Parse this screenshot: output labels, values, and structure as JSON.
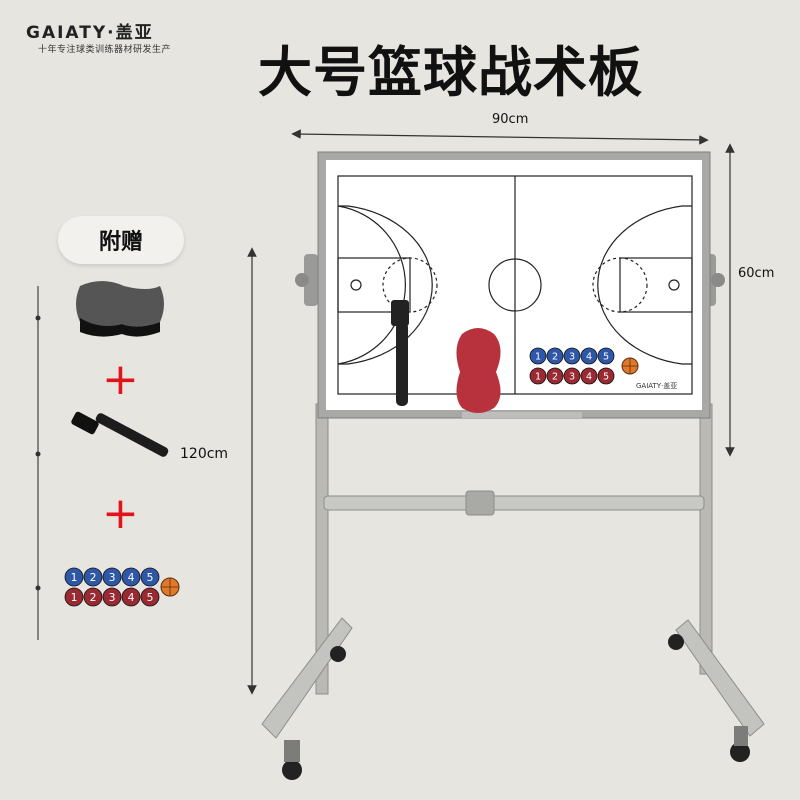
{
  "brand": {
    "name": "GAIATY·盖亚",
    "tagline": "十年专注球类训练器材研发生产"
  },
  "title": "大号篮球战术板",
  "dimensions": {
    "width": "90cm",
    "side_height": "60cm",
    "stand_height": "120cm"
  },
  "gift": {
    "label": "附赠",
    "plus_glyph": "+"
  },
  "board_brand": "GAIATY·盖亚",
  "magnet_numbers": [
    "1",
    "2",
    "3",
    "4",
    "5"
  ],
  "colors": {
    "blue_magnet": "#2f57a8",
    "red_magnet": "#9a2a32",
    "eraser_red": "#b8323e",
    "plus_red": "#e0141b",
    "frame": "#9a9a98"
  }
}
